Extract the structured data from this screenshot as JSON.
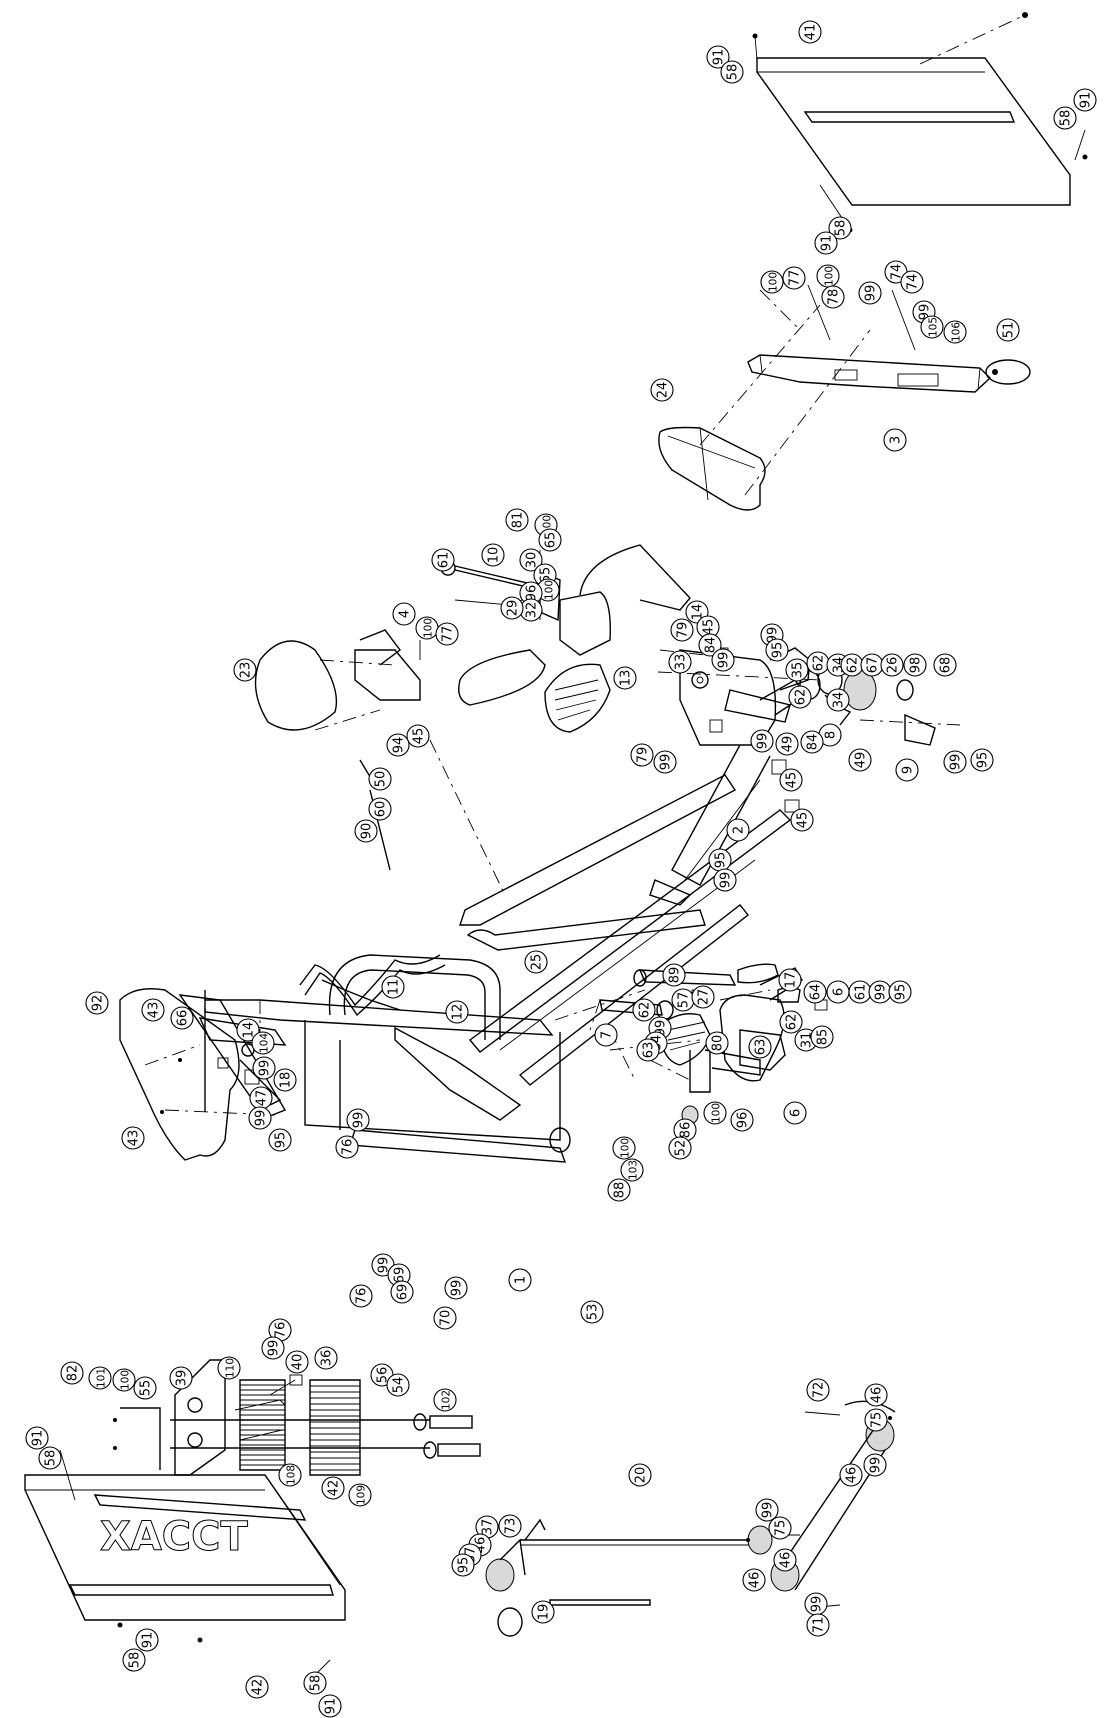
{
  "diagram": {
    "watermark": "XACCT",
    "callouts": [
      "41",
      "91",
      "58",
      "58",
      "91",
      "58",
      "91",
      "100",
      "77",
      "100",
      "78",
      "99",
      "74",
      "74",
      "99",
      "105",
      "106",
      "51",
      "3",
      "24",
      "61",
      "10",
      "81",
      "100",
      "65",
      "30",
      "65",
      "100",
      "96",
      "32",
      "29",
      "13",
      "33",
      "79",
      "14",
      "45",
      "84",
      "99",
      "99",
      "95",
      "35",
      "62",
      "34",
      "62",
      "67",
      "26",
      "98",
      "68",
      "62",
      "34",
      "8",
      "49",
      "9",
      "99",
      "95",
      "79",
      "99",
      "99",
      "49",
      "84",
      "45",
      "45",
      "2",
      "95",
      "99",
      "23",
      "4",
      "100",
      "77",
      "45",
      "94",
      "50",
      "60",
      "90",
      "11",
      "12",
      "25",
      "17",
      "64",
      "6",
      "61",
      "99",
      "95",
      "89",
      "57",
      "27",
      "62",
      "99",
      "84",
      "80",
      "62",
      "31",
      "85",
      "7",
      "63",
      "63",
      "6",
      "86",
      "100",
      "96",
      "52",
      "100",
      "103",
      "88",
      "43",
      "66",
      "43",
      "92",
      "14",
      "104",
      "99",
      "18",
      "47",
      "99",
      "95",
      "99",
      "76",
      "1",
      "53",
      "99",
      "69",
      "69",
      "99",
      "76",
      "70",
      "76",
      "99",
      "40",
      "82",
      "101",
      "100",
      "55",
      "39",
      "110",
      "36",
      "56",
      "54",
      "102",
      "108",
      "109",
      "72",
      "46",
      "75",
      "99",
      "46",
      "20",
      "99",
      "75",
      "46",
      "46",
      "99",
      "71",
      "73",
      "37",
      "46",
      "37",
      "95",
      "19",
      "91",
      "58",
      "42",
      "42",
      "58",
      "91",
      "58",
      "91"
    ]
  }
}
